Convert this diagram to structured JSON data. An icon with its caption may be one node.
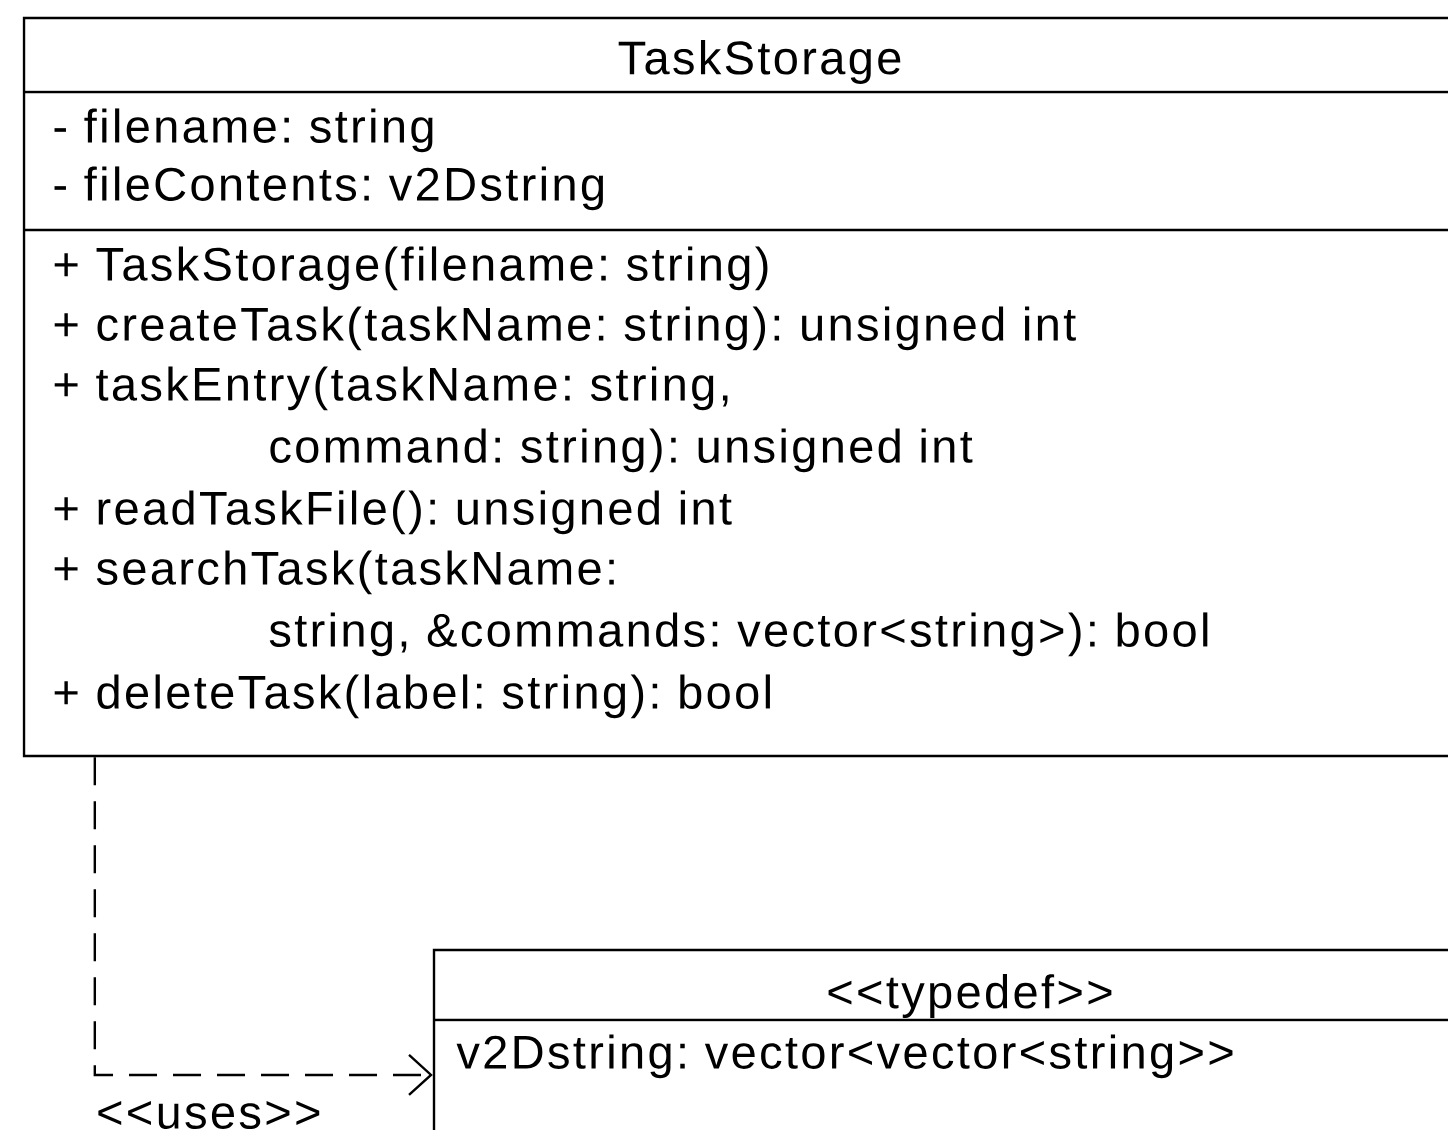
{
  "diagram": {
    "nodes": [
      {
        "text": [
          "TaskStorage",
          "- filename: string",
          "- fileContents: v2Dstring",
          "+ TaskStorage(filename: string)",
          "+ createTask(taskName: string): unsigned int",
          "+ taskEntry(taskName: string, command: string): unsigned int",
          "+ readTaskFile(): unsigned int",
          "+ searchTask(taskName: string, &commands: vector<string>): bool",
          "+ deleteTask(label: string): bool"
        ]
      },
      {
        "text": [
          "<<typedef>>",
          "v2Dstring: vector<vector<string>>"
        ]
      }
    ],
    "edges": [
      {
        "from": 0,
        "to": 1,
        "arrow": "to",
        "style": "dashed",
        "label": "<<uses>>"
      }
    ]
  }
}
